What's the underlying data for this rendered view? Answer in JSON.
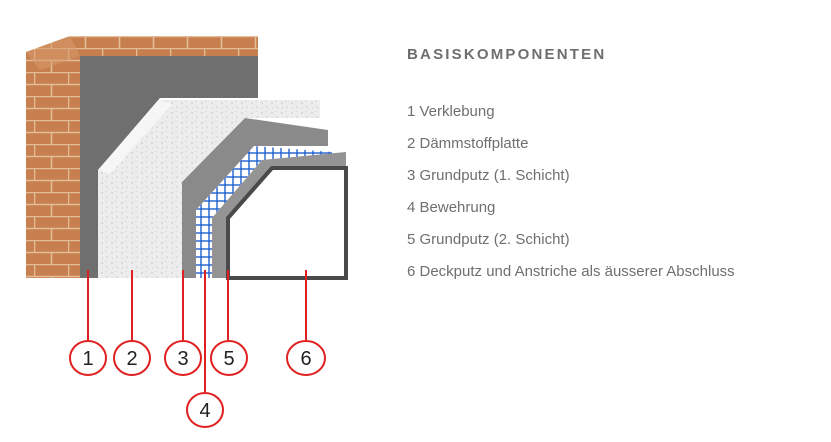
{
  "heading": "BASISKOMPONENTEN",
  "components": [
    {
      "number": "1",
      "label": "1 Verklebung"
    },
    {
      "number": "2",
      "label": "2 Dämmstoffplatte"
    },
    {
      "number": "3",
      "label": "3 Grundputz (1. Schicht)"
    },
    {
      "number": "4",
      "label": "4 Bewehrung"
    },
    {
      "number": "5",
      "label": "5 Grundputz (2. Schicht)"
    },
    {
      "number": "6",
      "label": "6 Deckputz und Anstriche als äusserer Abschluss"
    }
  ],
  "colors": {
    "brick": "#c87f4f",
    "mortar": "#e9c6a6",
    "adhesive": "#6f6f6f",
    "insulation": "#ececec",
    "base_coat": "#8a8a8a",
    "mesh": "#1e5fcf",
    "finish_coat": "#ffffff",
    "callout": "#e02020",
    "text": "#6f6f6f"
  }
}
